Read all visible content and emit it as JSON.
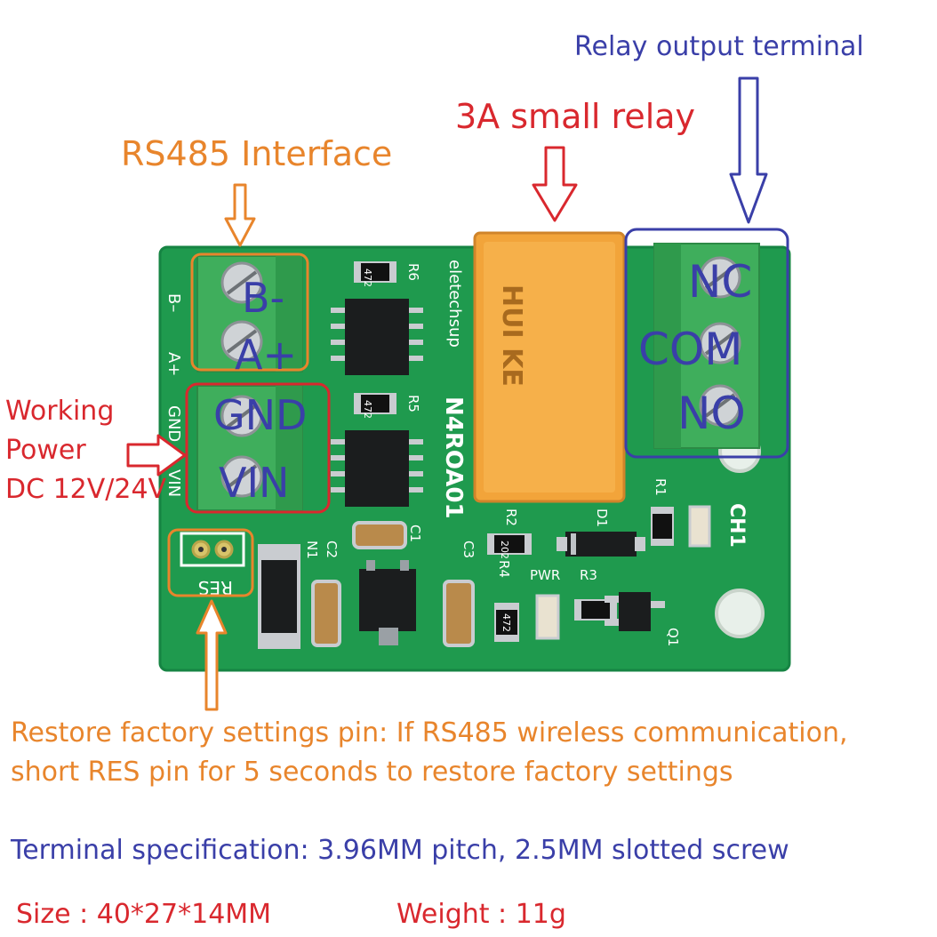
{
  "callouts": {
    "relay_output_terminal": "Relay output terminal",
    "small_relay": "3A small relay",
    "rs485_interface": "RS485 Interface",
    "working_power_line1": "Working",
    "working_power_line2": "Power",
    "working_power_line3": "DC 12V/24V",
    "restore_line1": "Restore factory settings pin: If RS485 wireless communication,",
    "restore_line2": "short RES pin for 5 seconds to restore factory settings"
  },
  "terminal_labels": {
    "b_minus": "B-",
    "a_plus": "A+",
    "gnd": "GND",
    "vin": "VIN",
    "nc": "NC",
    "com": "COM",
    "no": "NO"
  },
  "board_silkscreen": {
    "brand": "eletechsup",
    "model": "N4ROA01",
    "pin_b": "B–",
    "pin_a": "A+",
    "pin_gnd": "GND",
    "pin_vin": "VIN",
    "r6": "R6",
    "r5": "R5",
    "r1": "R1",
    "r2": "R2",
    "r3": "R3",
    "r4": "R4",
    "c1": "C1",
    "c2": "C2",
    "c3": "C3",
    "n1": "N1",
    "d1": "D1",
    "q1": "Q1",
    "pwr": "PWR",
    "ch1": "CH1",
    "res": "RES",
    "code_472a": "472",
    "code_472b": "472",
    "code_472c": "472",
    "code_202": "202",
    "relay_marking": "HUI KE"
  },
  "specs": {
    "terminal_spec": "Terminal specification: 3.96MM pitch, 2.5MM slotted screw",
    "size": "Size  : 40*27*14MM",
    "weight": "Weight : 11g"
  },
  "colors": {
    "orange": "#e8852c",
    "red": "#d9282e",
    "blue": "#3a3fa8",
    "pcb_green": "#1f9a4e",
    "terminal_green": "#3fae5c",
    "relay_orange": "#f2a43a"
  }
}
